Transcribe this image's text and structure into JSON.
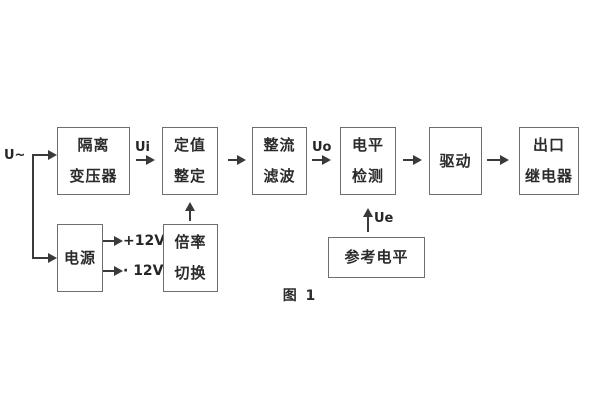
{
  "figure": {
    "caption": "图 1",
    "type": "block-diagram",
    "background": "#ffffff",
    "line_color": "#3a3a3a",
    "box_border_color": "#6e6e6e",
    "text_color": "#262626"
  },
  "nodes": {
    "isolation_transformer": {
      "line1": "隔离",
      "line2": "变压器"
    },
    "setpoint_setting": {
      "line1": "定值",
      "line2": "整定"
    },
    "rectifier_filter": {
      "line1": "整流",
      "line2": "滤波"
    },
    "level_detection": {
      "line1": "电平",
      "line2": "检测"
    },
    "driver": {
      "line1": "驱动"
    },
    "output_relay": {
      "line1": "出口",
      "line2": "继电器"
    },
    "power_supply": {
      "line1": "电源"
    },
    "ratio_switch": {
      "line1": "倍率",
      "line2": "切换"
    },
    "reference_level": {
      "line1": "参考电平"
    }
  },
  "labels": {
    "input": "U~",
    "ui": "Ui",
    "uo": "Uo",
    "ue": "Ue",
    "plus12v": "+12V",
    "minus12v": "· 12V"
  }
}
